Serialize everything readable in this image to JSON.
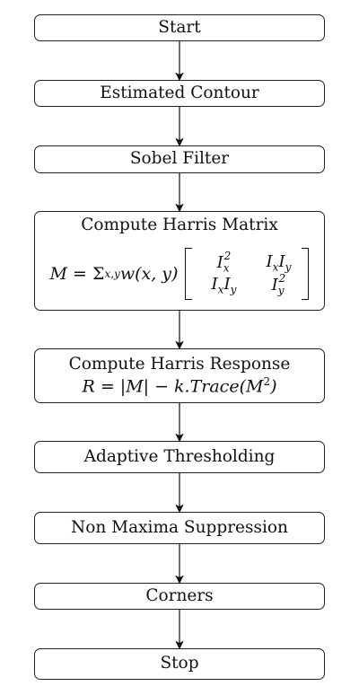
{
  "nodes": {
    "start": "Start",
    "estimated_contour": "Estimated Contour",
    "sobel_filter": "Sobel Filter",
    "harris_matrix": {
      "title": "Compute Harris Matrix",
      "lhs": "M",
      "sum_symbol": "Σ",
      "sum_sub": "x,y",
      "weight": "w(x, y)",
      "m11": "I",
      "m11_sub": "x",
      "m11_sup": "2",
      "m12": "I",
      "m12_sub_a": "x",
      "m12_b": "I",
      "m12_sub_b": "y",
      "m21": "I",
      "m21_sub_a": "x",
      "m21_b": "I",
      "m21_sub_b": "y",
      "m22": "I",
      "m22_sub": "y",
      "m22_sup": "2"
    },
    "harris_response": {
      "title": "Compute Harris Response",
      "equation": "R = |M| − k.Trace(M",
      "eq_sup": "2",
      "eq_close": ")"
    },
    "adaptive_thresholding": "Adaptive Thresholding",
    "non_maxima_suppression": "Non Maxima Suppression",
    "corners": "Corners",
    "stop": "Stop"
  }
}
